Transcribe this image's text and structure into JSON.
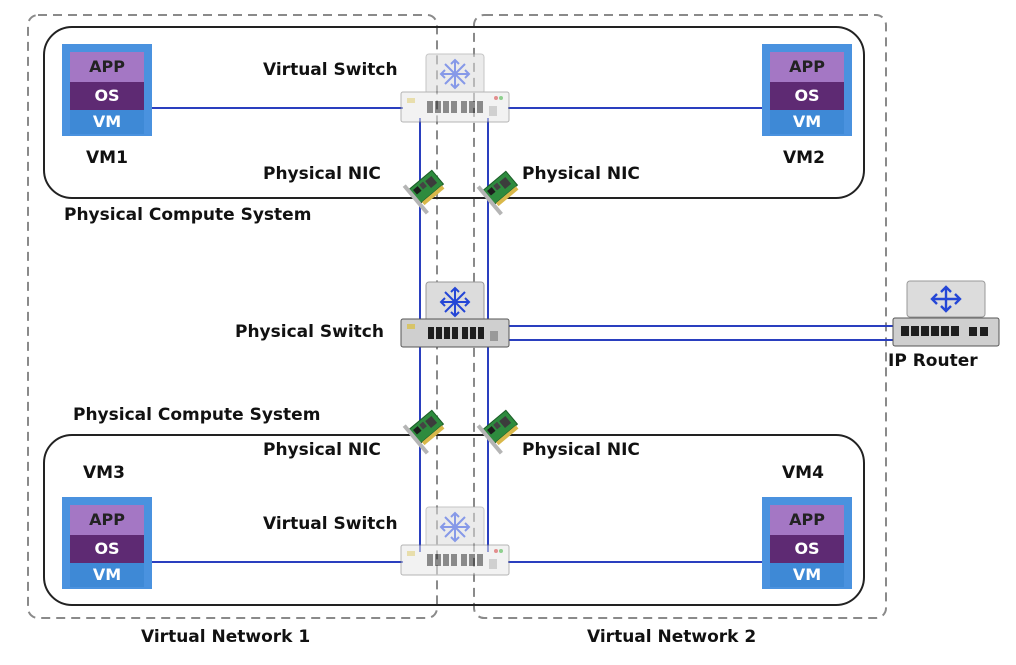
{
  "labels": {
    "virtual_switch": "Virtual Switch",
    "physical_nic": "Physical NIC",
    "physical_switch": "Physical Switch",
    "ip_router": "IP Router",
    "physical_compute_system": "Physical Compute System",
    "virtual_network_1": "Virtual Network 1",
    "virtual_network_2": "Virtual Network 2"
  },
  "vm_stack": {
    "app": "APP",
    "os": "OS",
    "vm": "VM"
  },
  "vms": [
    {
      "name": "VM1"
    },
    {
      "name": "VM2"
    },
    {
      "name": "VM3"
    },
    {
      "name": "VM4"
    }
  ],
  "colors": {
    "link": "#2a3fbf",
    "app_layer": "#a477c4",
    "os_layer": "#5e2a73",
    "vm_layer": "#3e89d6",
    "vm_frame": "#4a92df",
    "box_border": "#222222",
    "dash_border": "#8a8a8a",
    "nic_board": "#2e8b3e",
    "switch_icon": "#2446d6"
  }
}
